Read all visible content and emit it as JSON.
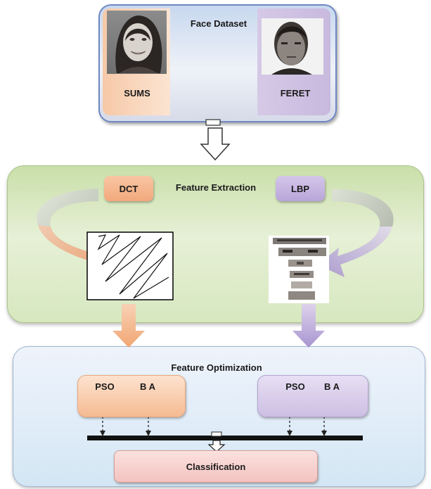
{
  "dataset": {
    "title": "Face Dataset",
    "left_label": "SUMS",
    "right_label": "FERET"
  },
  "extraction": {
    "title": "Feature Extraction",
    "left_method": "DCT",
    "right_method": "LBP"
  },
  "optimization": {
    "title": "Feature Optimization",
    "left": {
      "a": "PSO",
      "b": "B A"
    },
    "right": {
      "a": "PSO",
      "b": "B A"
    }
  },
  "classification": {
    "label": "Classification"
  },
  "colors": {
    "orange": "#f6bb92",
    "purple": "#cdbfe3",
    "green": "#d7e8c0",
    "blue": "#dfecf8"
  }
}
